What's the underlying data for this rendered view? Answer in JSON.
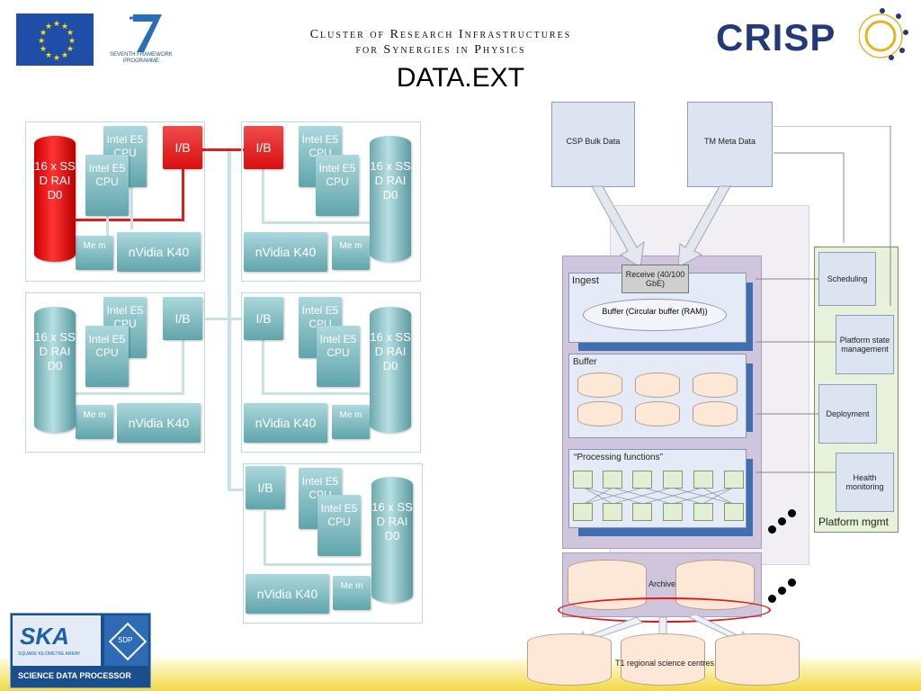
{
  "header": {
    "subtitle_line1": "Cluster of Research Infrastructures",
    "subtitle_line2": "for Synergies in Physics",
    "title": "DATA.EXT",
    "fp7_label": "SEVENTH FRAMEWORK PROGRAMME",
    "crisp_logo": "CRISP"
  },
  "left_cluster": {
    "cpu_label_front": "Intel E5 CPU",
    "cpu_label_back": "Intel E5 CPU",
    "ib_label": "I/B",
    "gpu_label": "nVidia K40",
    "mem_label": "Me m",
    "ssd_label": "16 x SS D RAI D0"
  },
  "right_diagram": {
    "csp_box": "CSP Bulk Data",
    "tm_box": "TM Meta Data",
    "receive_box": "Receive (40/100 GbE)",
    "ingest_label": "Ingest",
    "buffer_ellipse": "Buffer (Circular buffer (RAM))",
    "buffer_label": "Buffer",
    "processing_label": "“Processing functions”",
    "archive_label": "Archive",
    "regional_label": "T1 regional science centres",
    "mgmt": {
      "scheduling": "Scheduling",
      "platform_state": "Platform state management",
      "deployment": "Deployment",
      "health": "Health monitoring",
      "platform_mgmt": "Platform mgmt"
    }
  },
  "footer": {
    "ska_logo": "SKA",
    "ska_tagline": "SQUARE KILOMETRE ARRAY",
    "sdp_badge": "SDP",
    "science_label": "SCIENCE DATA PROCESSOR"
  },
  "colors": {
    "accent_red": "#e51a1a",
    "teal": "#6ea9ad",
    "crisp_blue": "#233a7a",
    "footer_yellow": "#f1d845"
  }
}
